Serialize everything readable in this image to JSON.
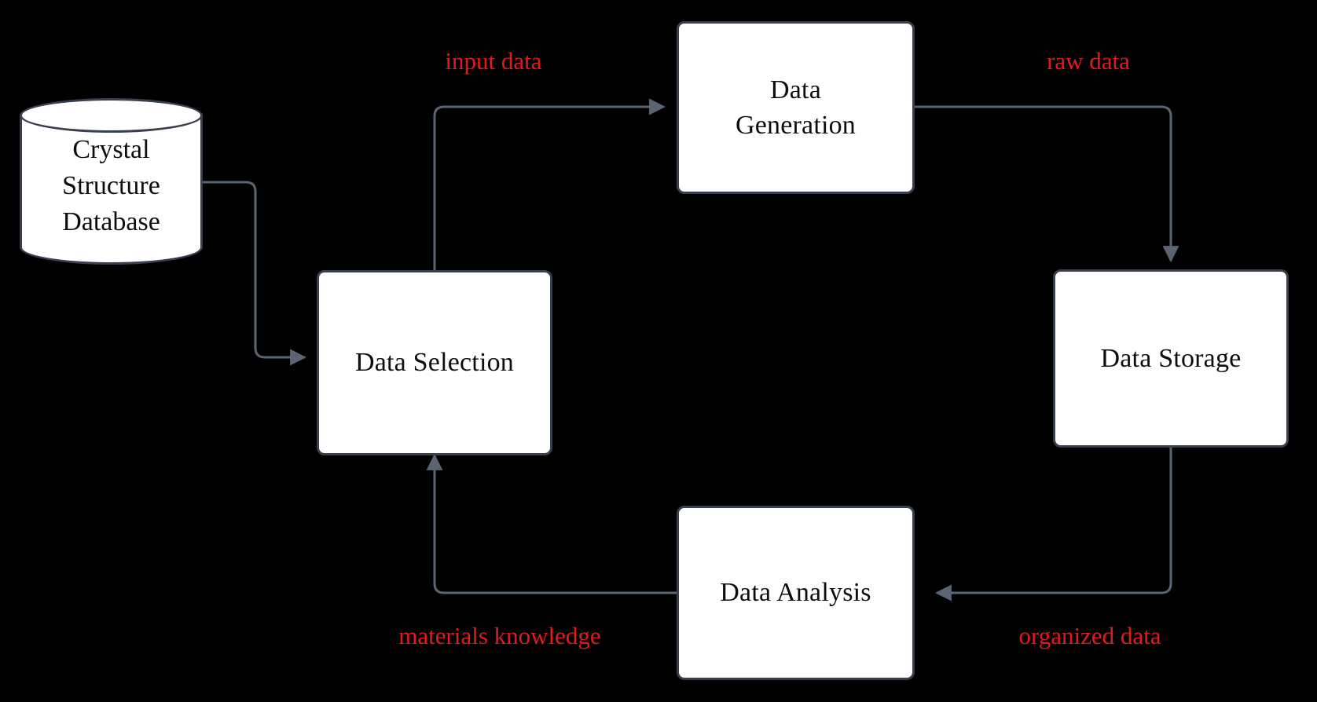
{
  "diagram": {
    "title": "Materials data workflow cycle",
    "background_color": "#000000",
    "node_fill": "#ffffff",
    "node_border": "#39404d",
    "edge_color": "#5b6472",
    "label_color": "#e01b1b",
    "nodes": [
      {
        "id": "database",
        "label": "Crystal\nStructure\nDatabase",
        "shape": "cylinder"
      },
      {
        "id": "data-selection",
        "label": "Data Selection",
        "shape": "rounded-rect"
      },
      {
        "id": "data-generation",
        "label": "Data\nGeneration",
        "shape": "rounded-rect"
      },
      {
        "id": "data-storage",
        "label": "Data Storage",
        "shape": "rounded-rect"
      },
      {
        "id": "data-analysis",
        "label": "Data Analysis",
        "shape": "rounded-rect"
      }
    ],
    "edges": [
      {
        "id": "db-to-selection",
        "from": "database",
        "to": "data-selection",
        "label": ""
      },
      {
        "id": "selection-to-generation",
        "from": "data-selection",
        "to": "data-generation",
        "label": "input data"
      },
      {
        "id": "generation-to-storage",
        "from": "data-generation",
        "to": "data-storage",
        "label": "raw data"
      },
      {
        "id": "storage-to-analysis",
        "from": "data-storage",
        "to": "data-analysis",
        "label": "organized data"
      },
      {
        "id": "analysis-to-selection",
        "from": "data-analysis",
        "to": "data-selection",
        "label": "materials knowledge"
      }
    ]
  }
}
